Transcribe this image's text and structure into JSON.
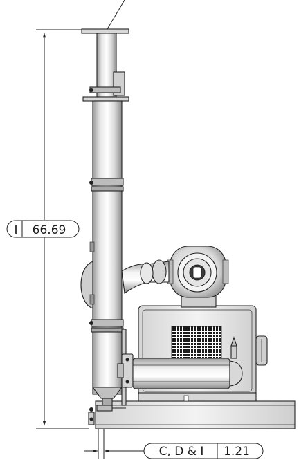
{
  "dimensions": {
    "height": {
      "tag": "I",
      "value": "66.69"
    },
    "offset": {
      "tag": "C, D & I",
      "value": "1.21"
    }
  },
  "colors": {
    "line": "#222222",
    "metal_light": "#f2f2f2",
    "metal_mid": "#c8c8c8",
    "metal_dark": "#8a8a8a",
    "grille": "#1a1a1a"
  }
}
